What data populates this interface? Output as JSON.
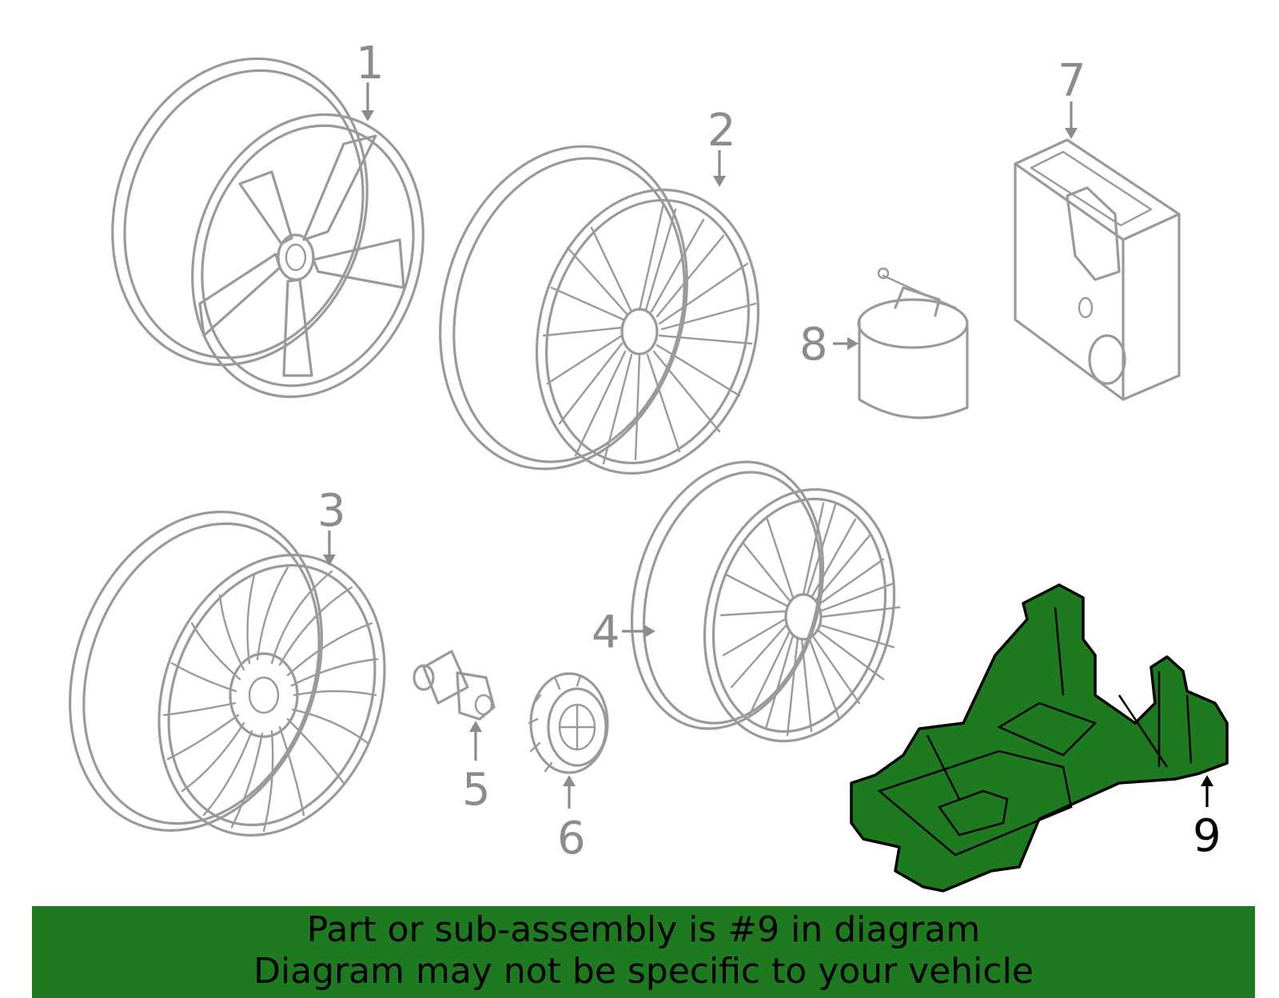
{
  "diagram": {
    "callouts": [
      {
        "id": "1",
        "label": "1"
      },
      {
        "id": "2",
        "label": "2"
      },
      {
        "id": "3",
        "label": "3"
      },
      {
        "id": "4",
        "label": "4"
      },
      {
        "id": "5",
        "label": "5"
      },
      {
        "id": "6",
        "label": "6"
      },
      {
        "id": "7",
        "label": "7"
      },
      {
        "id": "8",
        "label": "8"
      },
      {
        "id": "9",
        "label": "9"
      }
    ],
    "highlighted_part": "9",
    "colors": {
      "part_outline": "#9a9a9a",
      "highlight_fill": "#1e7a1e",
      "banner_background": "#1e7a1e"
    }
  },
  "banner": {
    "line1": "Part or sub-assembly is #9 in diagram",
    "line2": "Diagram may not be specific to your vehicle"
  }
}
